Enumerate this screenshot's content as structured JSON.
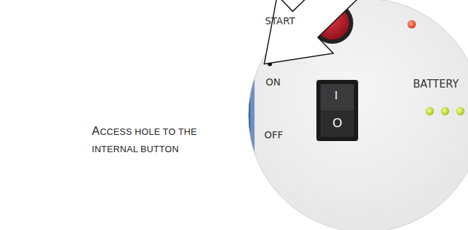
{
  "diagram": {
    "labels": [
      "ACCESS HOLE TO THE INTERNAL BUTTON",
      "START",
      "ON",
      "OFF",
      "BATTERY",
      "I",
      "O"
    ]
  }
}
